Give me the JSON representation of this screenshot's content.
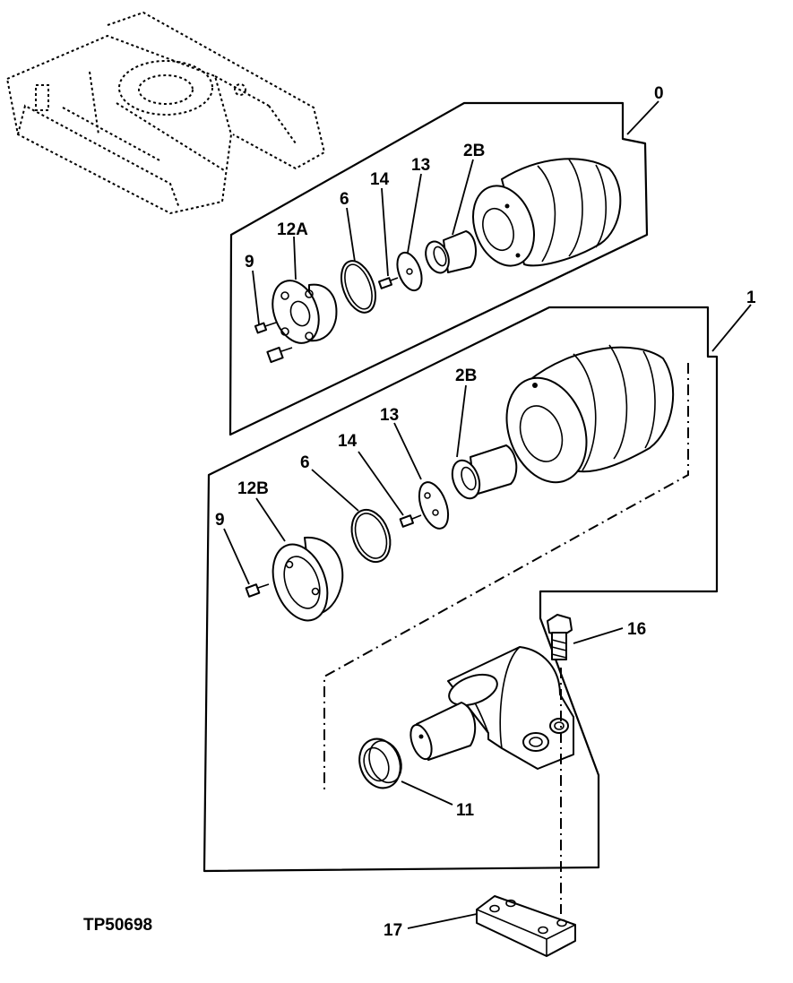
{
  "figure_id": "TP50698",
  "callouts": {
    "group_0": "0",
    "group_1": "1",
    "upper_2B": "2B",
    "upper_13": "13",
    "upper_14": "14",
    "upper_6": "6",
    "upper_12A": "12A",
    "upper_9": "9",
    "lower_2B": "2B",
    "lower_13": "13",
    "lower_14": "14",
    "lower_6": "6",
    "lower_12B": "12B",
    "lower_9": "9",
    "item_16": "16",
    "item_11": "11",
    "item_17": "17"
  }
}
